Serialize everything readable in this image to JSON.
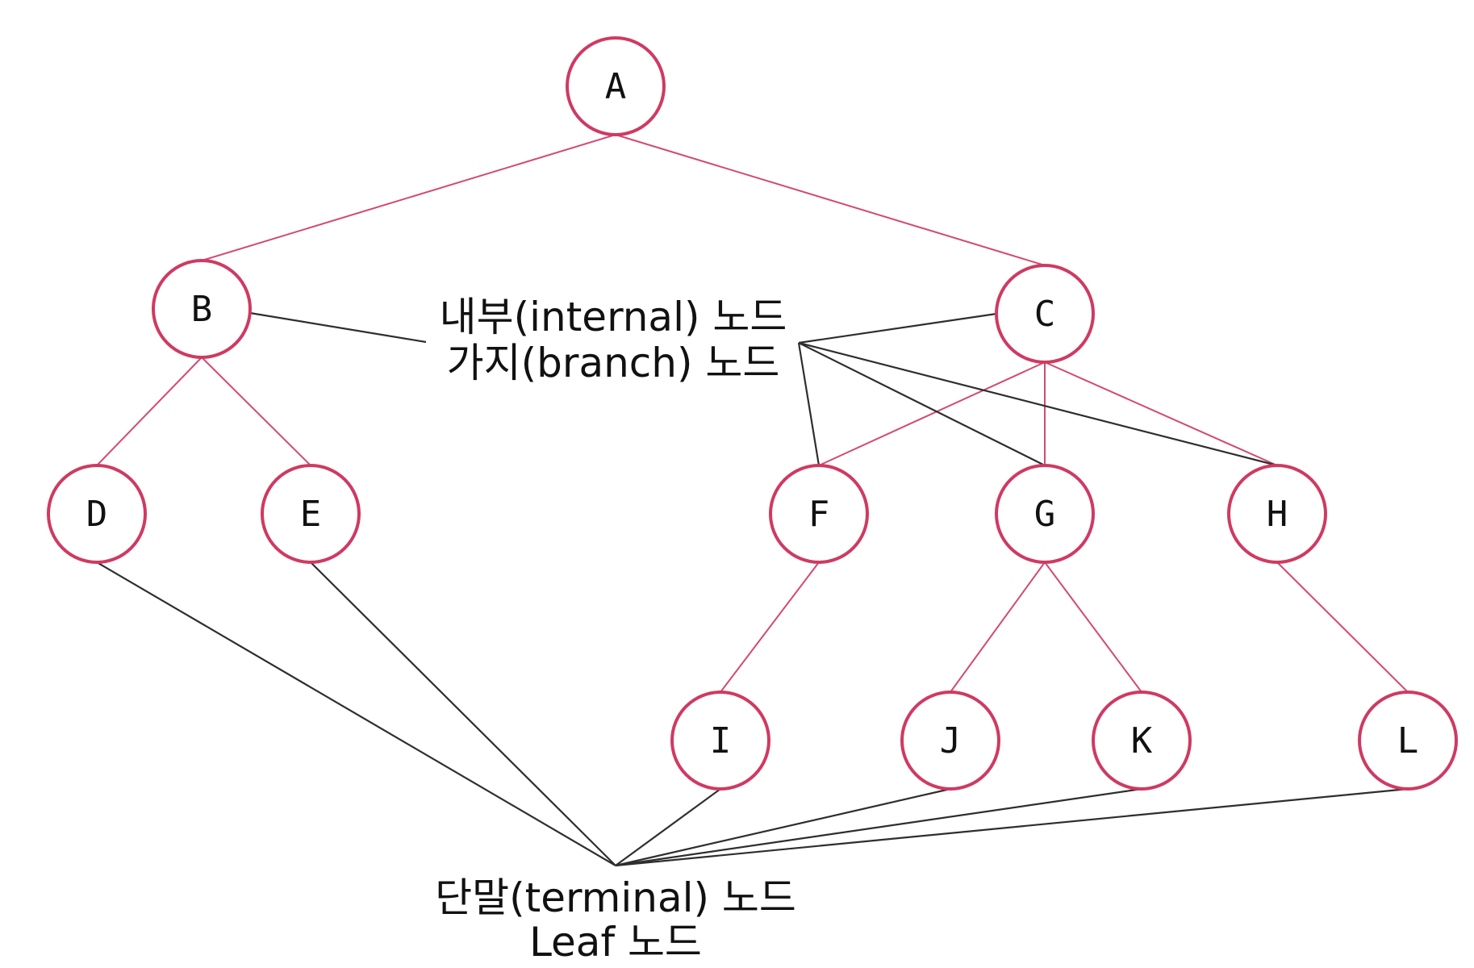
{
  "nodes": [
    {
      "id": "A",
      "label": "A"
    },
    {
      "id": "B",
      "label": "B"
    },
    {
      "id": "C",
      "label": "C"
    },
    {
      "id": "D",
      "label": "D"
    },
    {
      "id": "E",
      "label": "E"
    },
    {
      "id": "F",
      "label": "F"
    },
    {
      "id": "G",
      "label": "G"
    },
    {
      "id": "H",
      "label": "H"
    },
    {
      "id": "I",
      "label": "I"
    },
    {
      "id": "J",
      "label": "J"
    },
    {
      "id": "K",
      "label": "K"
    },
    {
      "id": "L",
      "label": "L"
    }
  ],
  "edges": [
    [
      "A",
      "B"
    ],
    [
      "A",
      "C"
    ],
    [
      "B",
      "D"
    ],
    [
      "B",
      "E"
    ],
    [
      "C",
      "F"
    ],
    [
      "C",
      "G"
    ],
    [
      "C",
      "H"
    ],
    [
      "F",
      "I"
    ],
    [
      "G",
      "J"
    ],
    [
      "G",
      "K"
    ],
    [
      "H",
      "L"
    ]
  ],
  "annotations": {
    "internal": {
      "line1": "내부(internal) 노드",
      "line2": "가지(branch) 노드",
      "targets": [
        "B",
        "C",
        "F",
        "G",
        "H"
      ]
    },
    "terminal": {
      "line1": "단말(terminal) 노드",
      "line2": "Leaf 노드",
      "targets": [
        "D",
        "E",
        "I",
        "J",
        "K",
        "L"
      ]
    }
  },
  "colors": {
    "node_stroke": "#cf3a62",
    "edge": "#d24a72",
    "pointer": "#2e2e2e",
    "text": "#111111"
  }
}
